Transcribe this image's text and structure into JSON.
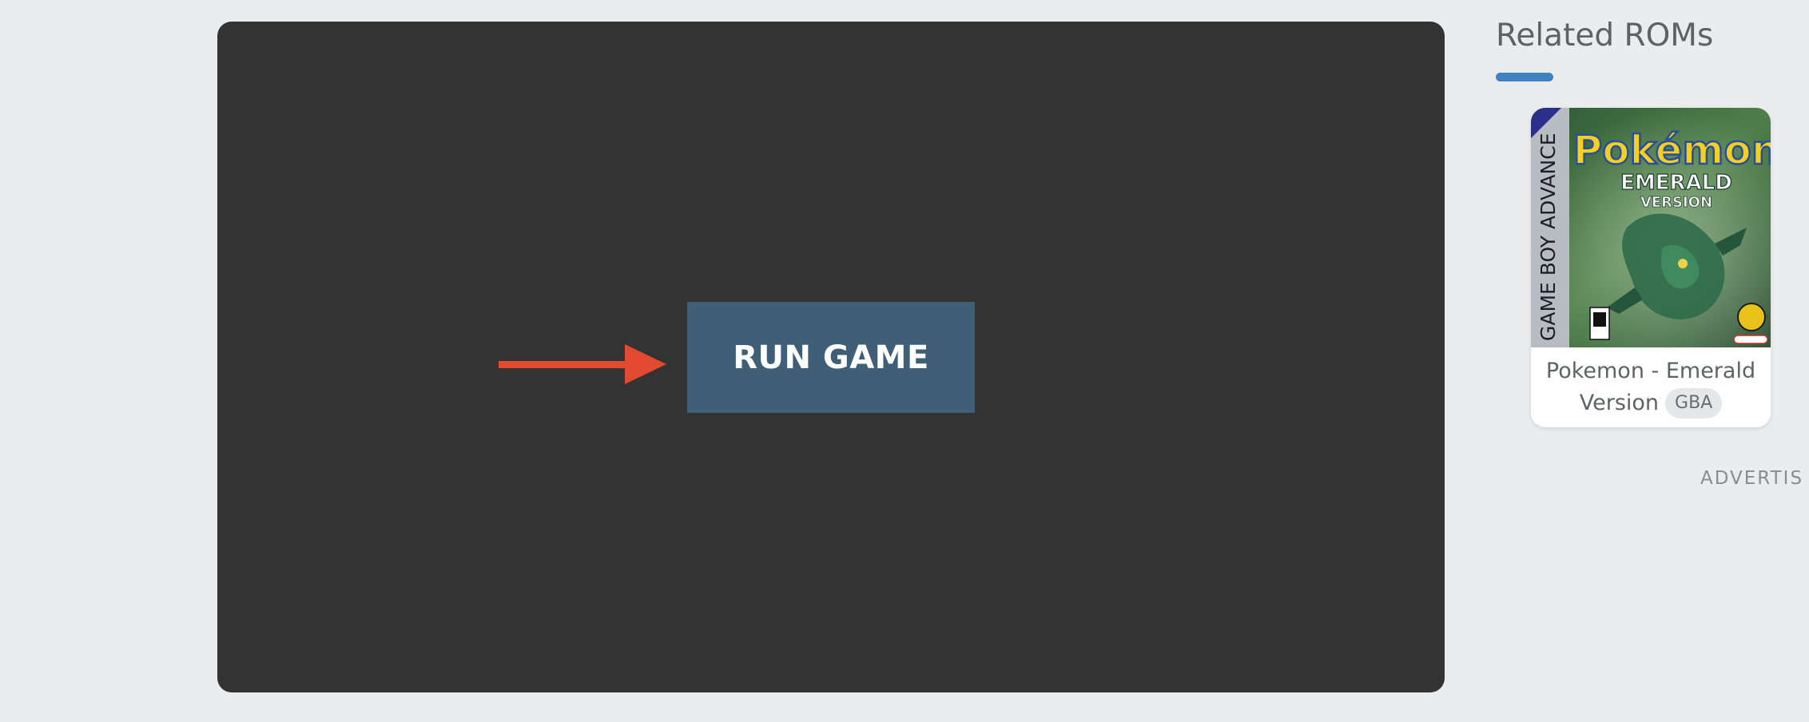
{
  "emulator": {
    "run_button_label": "RUN GAME",
    "arrow_icon": "arrow-right-icon",
    "colors": {
      "panel": "#333333",
      "button": "#3f5f77",
      "arrow": "#e24a2f"
    }
  },
  "sidebar": {
    "title": "Related ROMs",
    "accent_color": "#3f82bf",
    "roms": [
      {
        "title_line1": "Pokemon - Emerald",
        "title_line2": "Version",
        "platform": "GBA",
        "cover_brand": "GAME BOY ADVANCE",
        "cover_logo": "Pokémon",
        "cover_subtitle_1": "EMERALD",
        "cover_subtitle_2": "VERSION"
      }
    ],
    "ad_label": "ADVERTIS"
  }
}
